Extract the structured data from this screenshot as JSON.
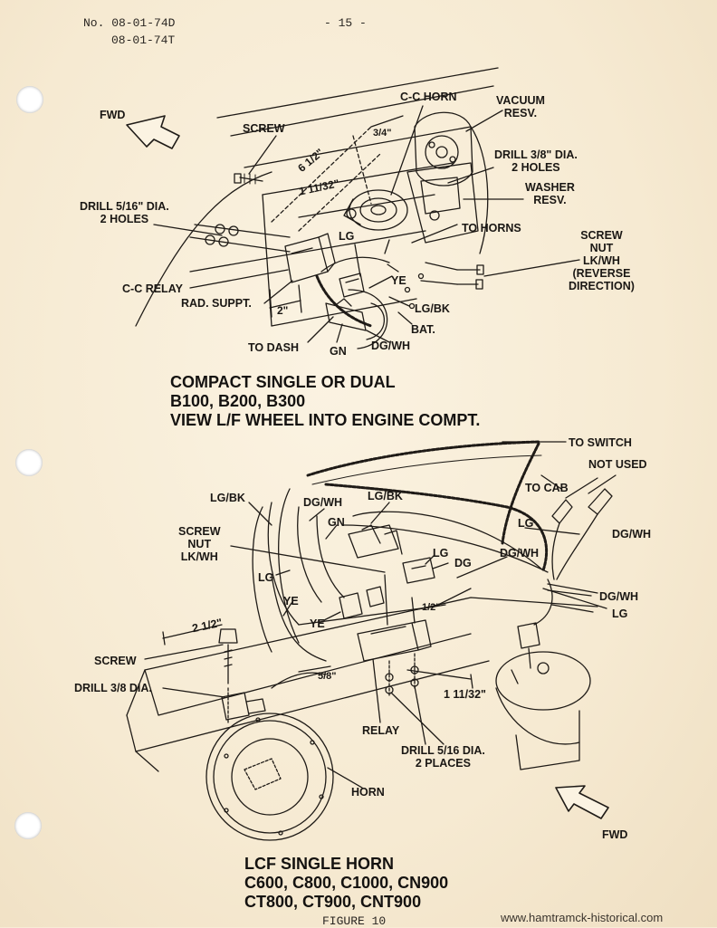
{
  "header": {
    "doc_number_1": "No. 08-01-74D",
    "doc_number_2": "08-01-74T",
    "page_number": "- 15 -"
  },
  "top_diagram": {
    "fwd": "FWD",
    "screw": "SCREW",
    "cc_horn": "C-C HORN",
    "vacuum_resv_1": "VACUUM",
    "vacuum_resv_2": "RESV.",
    "dim_3_4": "3/4\"",
    "dim_6_1_2": "6 1/2\"",
    "dim_1_11_32": "1 11/32\"",
    "drill_38_1": "DRILL 3/8\" DIA.",
    "drill_38_2": "2 HOLES",
    "washer_resv_1": "WASHER",
    "washer_resv_2": "RESV.",
    "drill_516_1": "DRILL 5/16\" DIA.",
    "drill_516_2": "2 HOLES",
    "to_horns": "TO HORNS",
    "lg": "LG",
    "screw_nut_1": "SCREW",
    "screw_nut_2": "NUT",
    "screw_nut_3": "LK/WH",
    "screw_nut_4": "(REVERSE",
    "screw_nut_5": "DIRECTION)",
    "cc_relay": "C-C RELAY",
    "ye": "YE",
    "rad_suppt": "RAD. SUPPT.",
    "dim_2": "2\"",
    "lg_bk": "LG/BK",
    "bat": "BAT.",
    "to_dash": "TO DASH",
    "gn": "GN",
    "dg_wh": "DG/WH"
  },
  "top_caption": {
    "line1": "COMPACT SINGLE OR DUAL",
    "line2": "B100, B200, B300",
    "line3": "VIEW L/F WHEEL INTO ENGINE COMPT."
  },
  "bottom_diagram": {
    "to_switch": "TO SWITCH",
    "not_used": "NOT USED",
    "to_cab": "TO CAB",
    "lg_bk_left": "LG/BK",
    "dg_wh_1": "DG/WH",
    "lg_bk_mid": "LG/BK",
    "gn": "GN",
    "screw_nut_1": "SCREW",
    "screw_nut_2": "NUT",
    "screw_nut_3": "LK/WH",
    "lg_right_top": "LG",
    "dg_wh_right": "DG/WH",
    "lg_left": "LG",
    "lg_mid": "LG",
    "dg": "DG",
    "dg_wh_center": "DG/WH",
    "dg_wh_lower": "DG/WH",
    "ye_1": "YE",
    "ye_2": "YE",
    "lg_lower_right": "LG",
    "dim_1_2": "1/2\"",
    "dim_2_1_2": "2 1/2\"",
    "screw": "SCREW",
    "dim_5_8": "5/8\"",
    "drill_38": "DRILL 3/8 DIA.",
    "dim_1_11_32": "1 11/32\"",
    "relay": "RELAY",
    "drill_516_1": "DRILL 5/16 DIA.",
    "drill_516_2": "2 PLACES",
    "horn": "HORN",
    "fwd": "FWD"
  },
  "bottom_caption": {
    "line1": "LCF SINGLE HORN",
    "line2": "C600, C800, C1000, CN900",
    "line3": "CT800, CT900, CNT900"
  },
  "footer": {
    "figure": "FIGURE 10",
    "watermark": "www.hamtramck-historical.com"
  }
}
